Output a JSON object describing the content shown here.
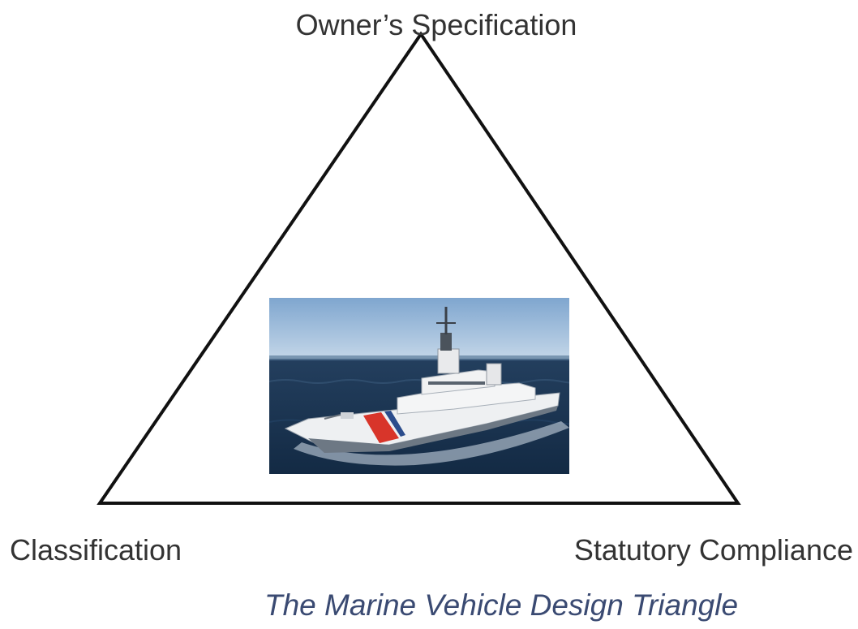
{
  "diagram": {
    "top_label": "Owner’s Specification",
    "left_label": "Classification",
    "right_label": "Statutory Compliance",
    "caption": "The Marine Vehicle Design Triangle",
    "center_image": "coast-guard-cutter-photo"
  },
  "colors": {
    "triangle_stroke": "#111111",
    "label_text": "#333333",
    "caption_text": "#3a4a72",
    "sky": "#9ab8d8",
    "sea": "#1f3a5a",
    "ship_hull": "#f2f2f2",
    "racing_stripe": "#d8352a"
  }
}
